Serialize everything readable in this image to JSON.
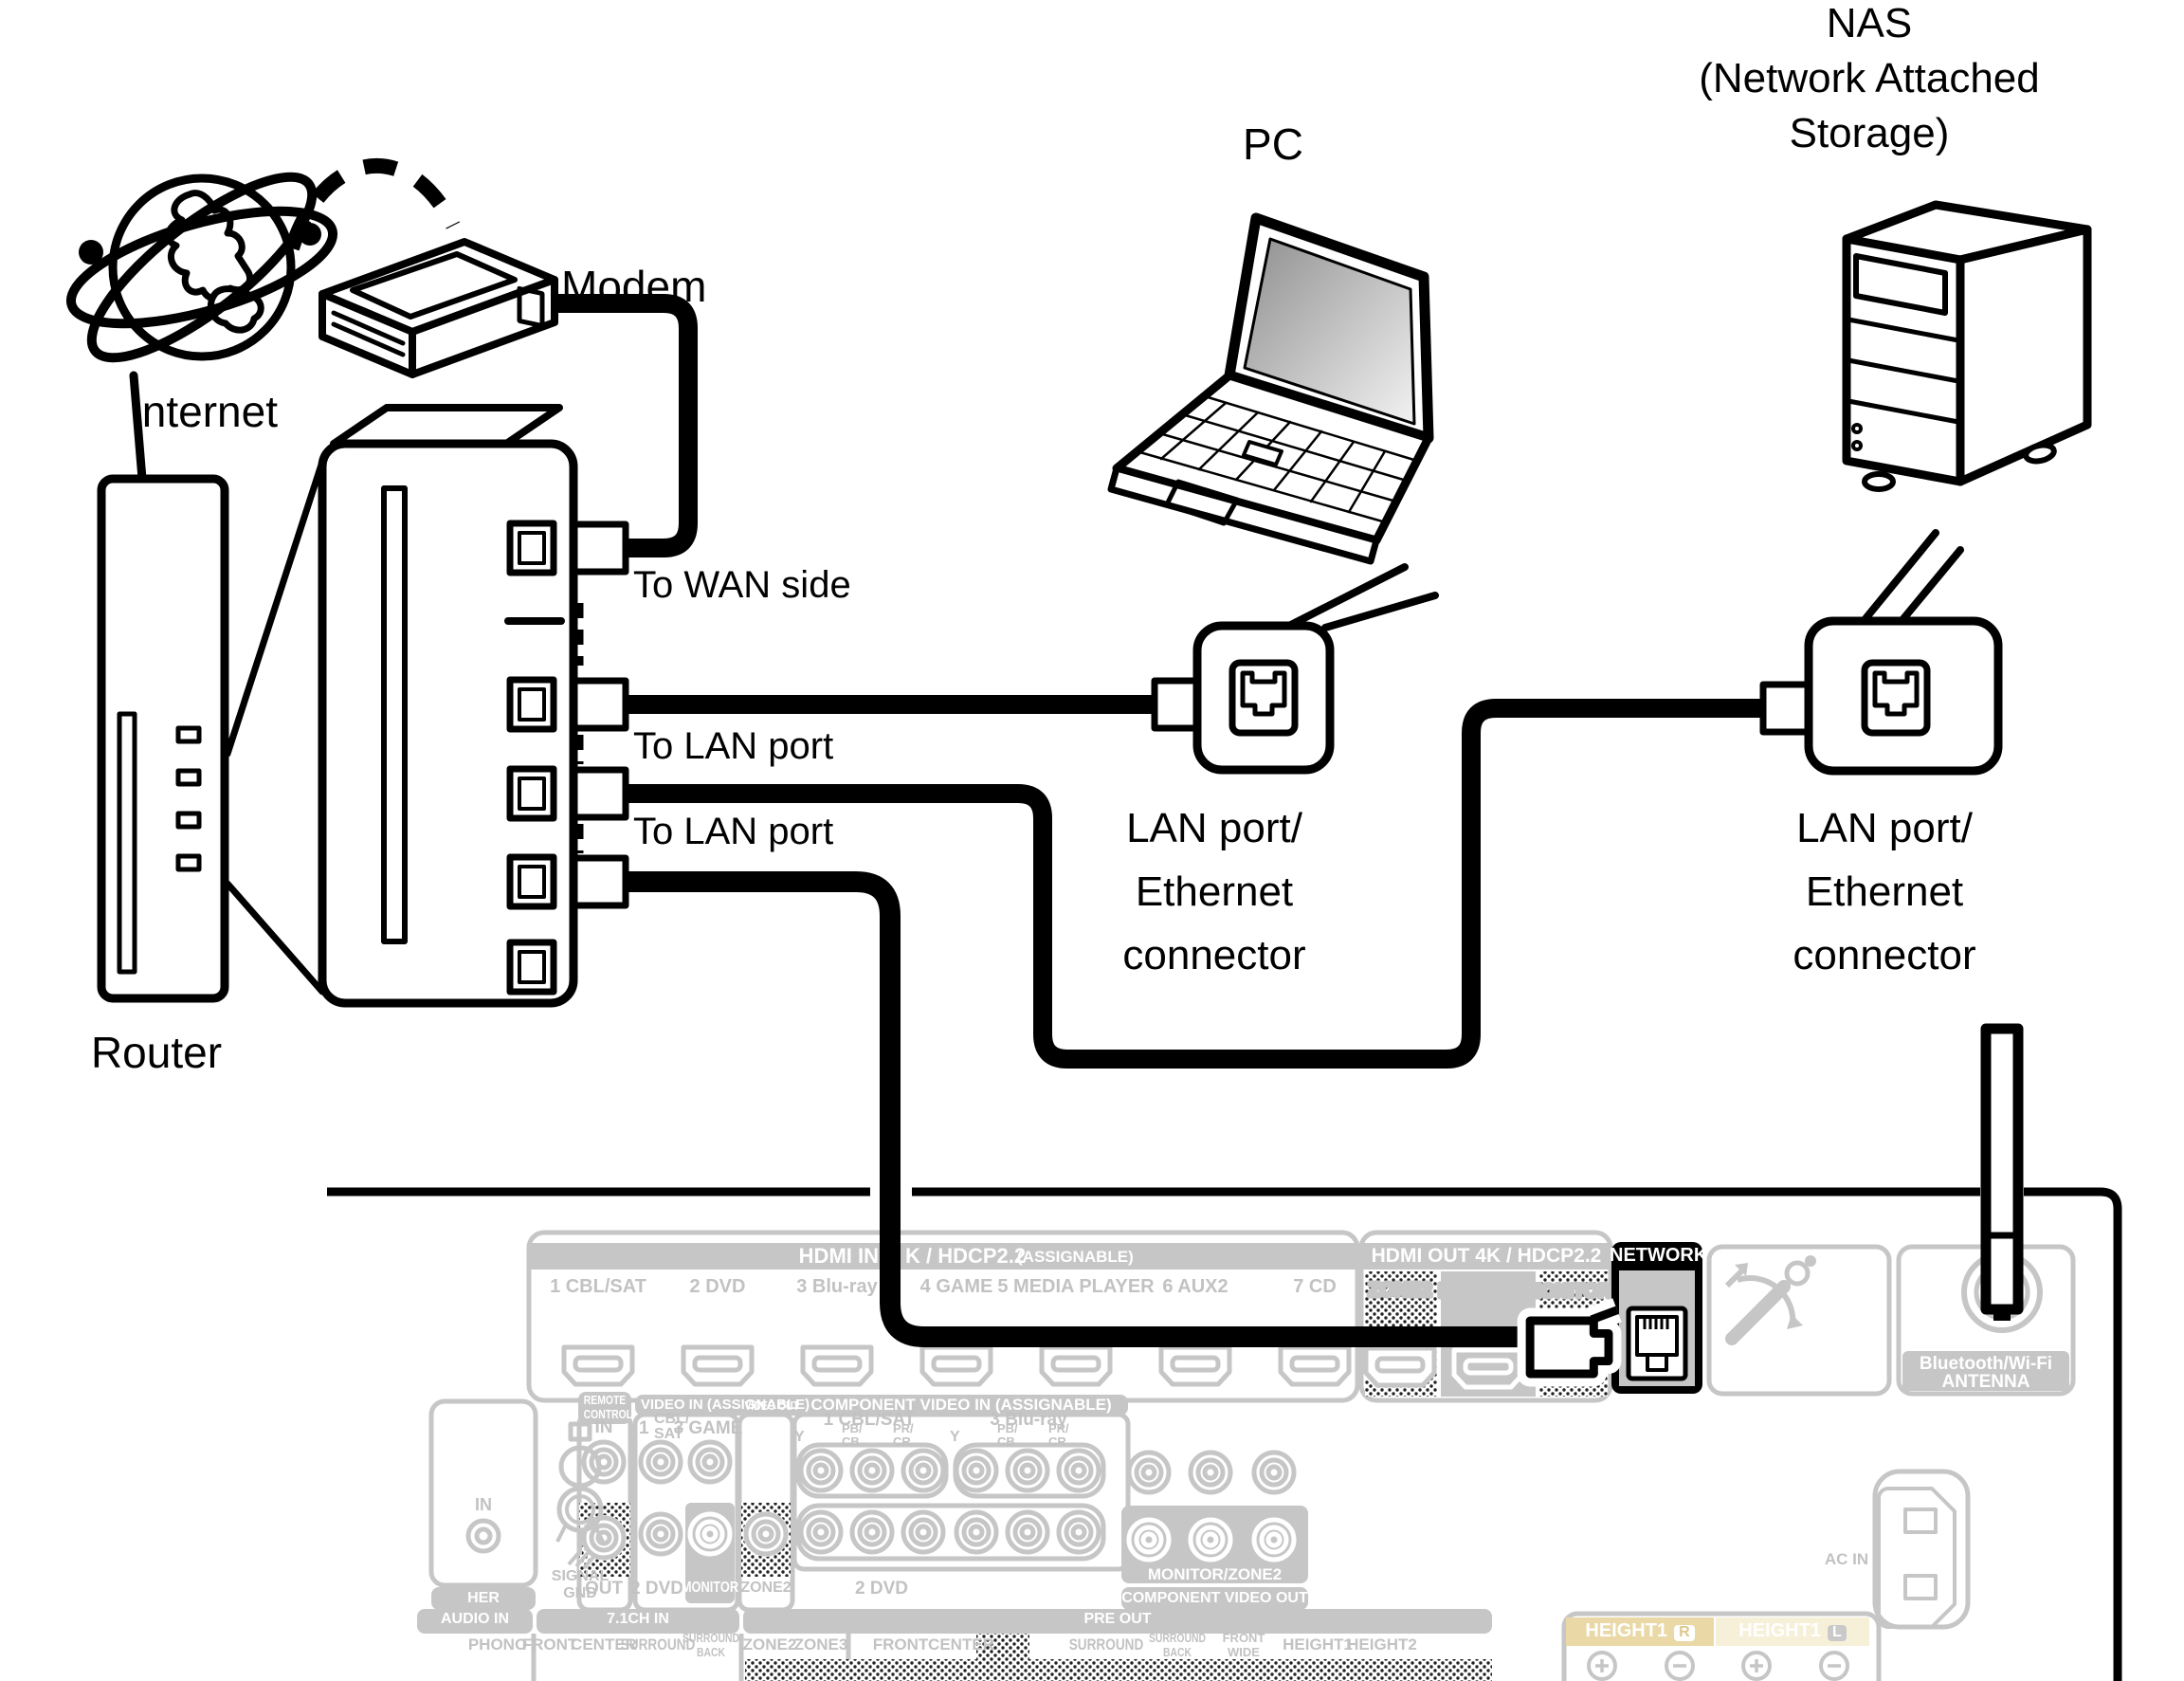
{
  "colors": {
    "line_black": "#000000",
    "panel_gray": "#c6c6c6",
    "label_gray": "#c2c2c2",
    "network_bg": "#000000",
    "height1_r_bg": "#ead9a6",
    "height1_l_bg": "#f7f0d9"
  },
  "diagram": {
    "internet": "Internet",
    "modem": "Modem",
    "router": "Router",
    "pc": "PC",
    "nas_line1": "NAS",
    "nas_line2": "(Network Attached",
    "nas_line3": "Storage)",
    "to_wan": "To WAN side",
    "to_lan_1": "To LAN port",
    "to_lan_2": "To LAN port",
    "pc_callout": [
      "LAN port/",
      "Ethernet",
      "connector"
    ],
    "nas_callout": [
      "LAN port/",
      "Ethernet",
      "connector"
    ]
  },
  "receiver": {
    "hdmi_in": {
      "title_left": "HDMI IN",
      "title_right": "K / HDCP2.2",
      "assignable": "(ASSIGNABLE)",
      "ports": [
        "1 CBL/SAT",
        "2 DVD",
        "3 Blu-ray",
        "4 GAME",
        "5 MEDIA PLAYER",
        "6 AUX2",
        "7 CD"
      ]
    },
    "hdmi_out": {
      "title": "HDMI OUT  4K / HDCP2.2",
      "zone2": "ZONE2",
      "monitor1": "MONITOR1",
      "monitor2": "MONITOR2",
      "arc": "ARC"
    },
    "network_label": "NETWORK",
    "antenna_label1": "Bluetooth/Wi-Fi",
    "antenna_label2": "ANTENNA",
    "remote": {
      "title1": "REMOTE",
      "title2": "CONTROL",
      "in": "IN",
      "out": "OUT"
    },
    "video_in": {
      "title": "VIDEO IN (ASSIGNABLE)",
      "num1": "1",
      "cbl": "CBL/",
      "sat": "SAT",
      "game": "3 GAME",
      "dvd": "2 DVD",
      "monitor": "MONITOR"
    },
    "video_out": {
      "title": "VIDEO OUT",
      "zone2": "ZONE2"
    },
    "component_in": {
      "title": "COMPONENT VIDEO IN (ASSIGNABLE)",
      "group1": "1 CBL/SAT",
      "group2": "3 Blu-ray",
      "y1": "Y",
      "pb1": "PB/",
      "cb1": "CB",
      "pr1": "PR/",
      "cr1": "CR",
      "y2": "Y",
      "pb2": "PB/",
      "cb2": "CB",
      "pr2": "PR/",
      "cr2": "CR",
      "dvd": "2 DVD"
    },
    "component_out": {
      "monitor_zone2": "MONITOR/ZONE2",
      "title": "COMPONENT VIDEO OUT"
    },
    "misc": {
      "in_partial": "IN",
      "her": "HER",
      "signal": "SIGNAL",
      "gnd": "GND",
      "ac_in": "AC IN"
    },
    "audio_in": {
      "title": "AUDIO IN",
      "phono": "PHONO"
    },
    "ch71": {
      "title": "7.1CH IN",
      "front": "FRONT",
      "center": "CENTER",
      "surround": "SURROUND",
      "sb1": "SURROUND",
      "sb2": "BACK"
    },
    "pre_out": {
      "title": "PRE OUT",
      "zone2": "ZONE2",
      "zone3": "ZONE3",
      "front": "FRONT",
      "center": "CENTER",
      "surround": "SURROUND",
      "sb1": "SURROUND",
      "sb2": "BACK",
      "fw1": "FRONT",
      "fw2": "WIDE",
      "h1": "HEIGHT1",
      "h2": "HEIGHT2"
    },
    "speakers": {
      "height1_r": "HEIGHT1",
      "r": "R",
      "height1_l": "HEIGHT1",
      "l": "L"
    }
  }
}
